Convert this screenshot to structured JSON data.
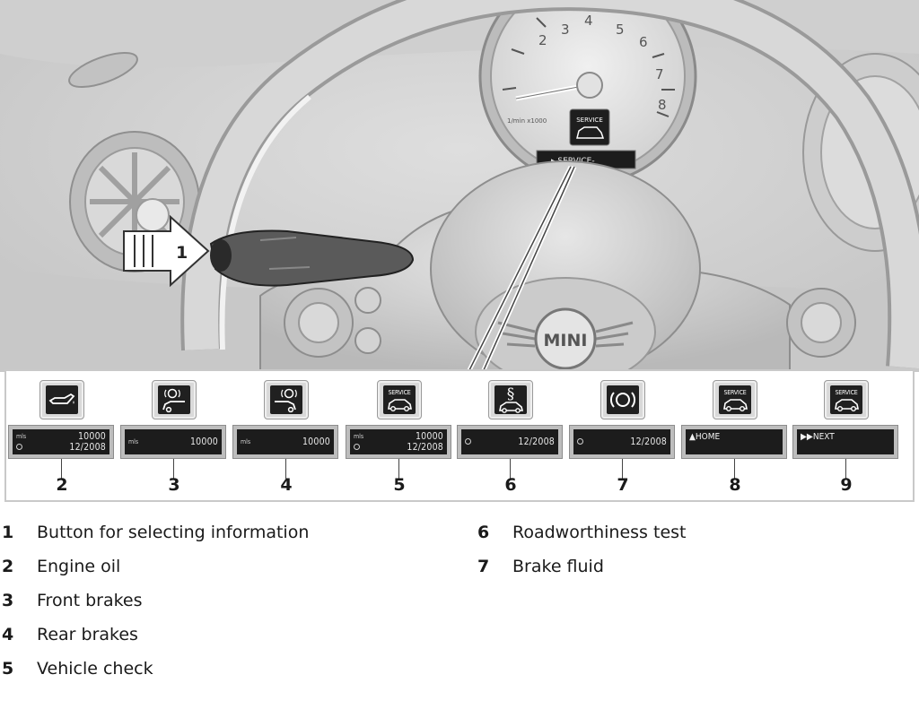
{
  "illustration": {
    "tach_numbers": [
      "2",
      "3",
      "4",
      "5",
      "6",
      "7",
      "8"
    ],
    "tach_unit": "1/min x1000",
    "cluster_symbol_label": "SERVICE",
    "cluster_display_text": "▸ SERVICE-",
    "callout_label": "1",
    "hub_logo_text": "MINI"
  },
  "service_displays": [
    {
      "callout": "2",
      "symbol": "engine-oil-icon",
      "symbol_word": "",
      "line1_unit": "mls",
      "line1_value": "10000",
      "line2_value": "12/2008",
      "menu_text": ""
    },
    {
      "callout": "3",
      "symbol": "front-brakes-icon",
      "symbol_word": "",
      "line1_unit": "mls",
      "line1_value": "10000",
      "line2_value": "",
      "menu_text": ""
    },
    {
      "callout": "4",
      "symbol": "rear-brakes-icon",
      "symbol_word": "",
      "line1_unit": "mls",
      "line1_value": "10000",
      "line2_value": "",
      "menu_text": ""
    },
    {
      "callout": "5",
      "symbol": "vehicle-check-icon",
      "symbol_word": "SERVICE",
      "line1_unit": "mls",
      "line1_value": "10000",
      "line2_value": "12/2008",
      "menu_text": ""
    },
    {
      "callout": "6",
      "symbol": "roadworthiness-icon",
      "symbol_word": "§",
      "line1_unit": "",
      "line1_value": "",
      "line2_value": "12/2008",
      "menu_text": ""
    },
    {
      "callout": "7",
      "symbol": "brake-fluid-icon",
      "symbol_word": "",
      "line1_unit": "",
      "line1_value": "",
      "line2_value": "12/2008",
      "menu_text": ""
    },
    {
      "callout": "8",
      "symbol": "service-car-icon",
      "symbol_word": "SERVICE",
      "line1_unit": "",
      "line1_value": "",
      "line2_value": "",
      "menu_text": "▲HOME"
    },
    {
      "callout": "9",
      "symbol": "service-car-icon",
      "symbol_word": "SERVICE",
      "line1_unit": "",
      "line1_value": "",
      "line2_value": "",
      "menu_text": "▶▶NEXT"
    }
  ],
  "legend": {
    "left": [
      {
        "num": "1",
        "text": "Button for selecting information"
      },
      {
        "num": "2",
        "text": "Engine oil"
      },
      {
        "num": "3",
        "text": "Front brakes"
      },
      {
        "num": "4",
        "text": "Rear brakes"
      },
      {
        "num": "5",
        "text": "Vehicle check"
      }
    ],
    "right": [
      {
        "num": "6",
        "text": "Roadworthiness test"
      },
      {
        "num": "7",
        "text": "Brake fluid"
      }
    ]
  },
  "colors": {
    "illustration_bg": "#d6d6d6",
    "display_bg": "#1c1c1c",
    "text": "#1a1a1a"
  }
}
